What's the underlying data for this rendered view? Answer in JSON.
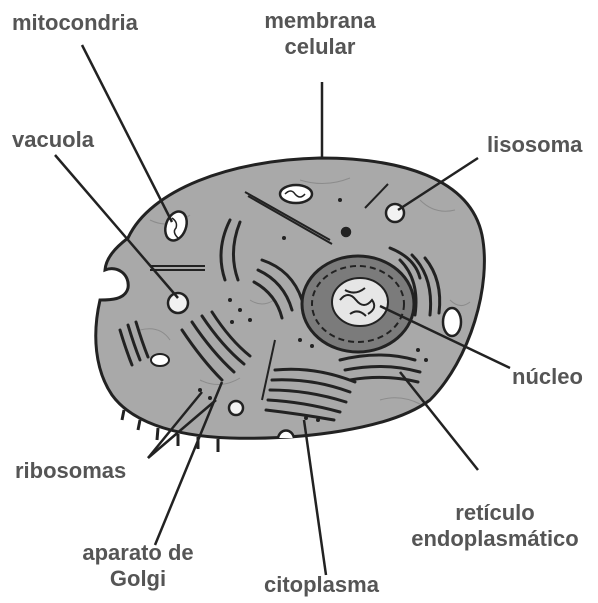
{
  "labels": {
    "mitocondria": "mitocondria",
    "membrana_line1": "membrana",
    "membrana_line2": "celular",
    "lisosoma": "lisosoma",
    "vacuola": "vacuola",
    "nucleo": "núcleo",
    "ribosomas": "ribosomas",
    "reticulo_line1": "retículo",
    "reticulo_line2": "endoplasmático",
    "aparato_line1": "aparato de",
    "aparato_line2": "Golgi",
    "citoplasma": "citoplasma"
  },
  "colors": {
    "cell_fill": "#a9a9a9",
    "outline": "#222222",
    "label_text": "#555555",
    "nucleus_fill": "#7b7b7b",
    "nucleolus_fill": "#e6e6e6"
  }
}
